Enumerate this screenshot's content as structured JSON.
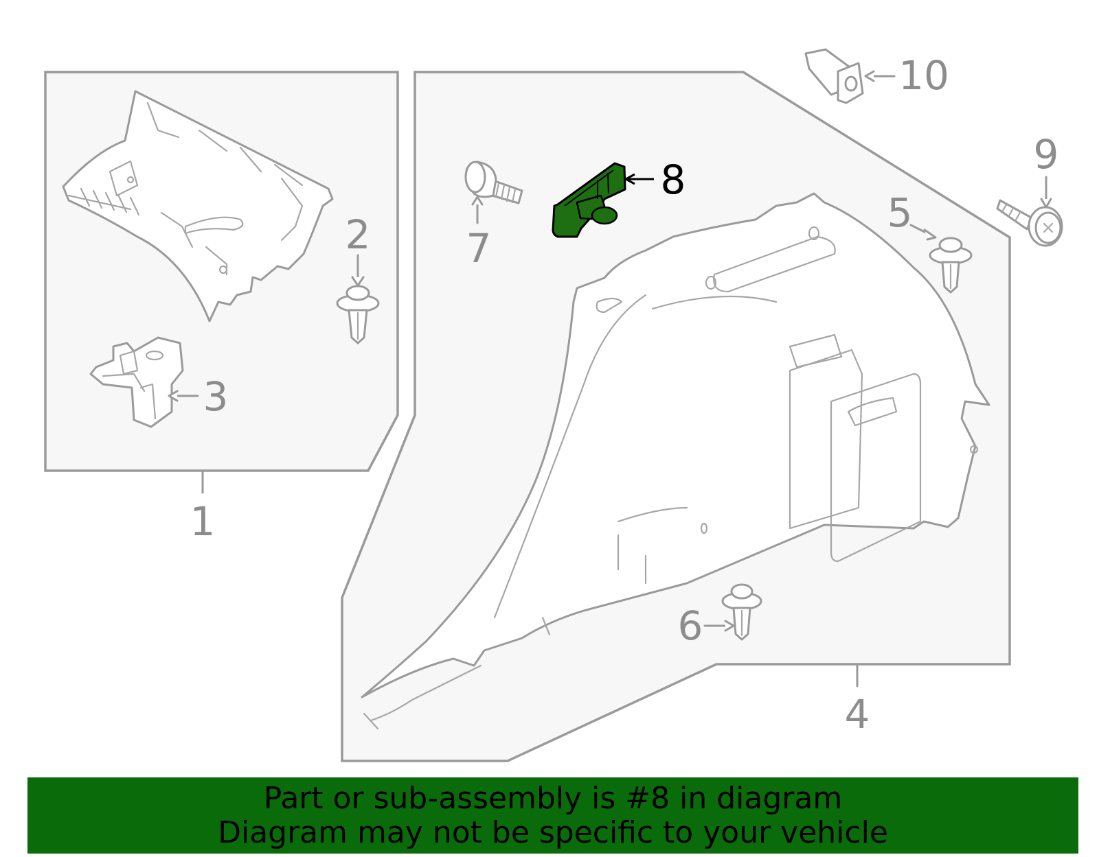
{
  "diagram": {
    "callouts": [
      {
        "id": "1",
        "label": "1"
      },
      {
        "id": "2",
        "label": "2"
      },
      {
        "id": "3",
        "label": "3"
      },
      {
        "id": "4",
        "label": "4"
      },
      {
        "id": "5",
        "label": "5"
      },
      {
        "id": "6",
        "label": "6"
      },
      {
        "id": "7",
        "label": "7"
      },
      {
        "id": "8",
        "label": "8"
      },
      {
        "id": "9",
        "label": "9"
      },
      {
        "id": "10",
        "label": "10"
      }
    ],
    "highlighted_part": "8",
    "colors": {
      "highlight_fill": "#1e6e12",
      "line": "#9a9a9a",
      "panel_fill": "#f7f7f7",
      "banner": "#0a6b0a"
    }
  },
  "banner": {
    "line1": "Part or sub-assembly is #8 in diagram",
    "line2": "Diagram may not be specific to your vehicle"
  }
}
